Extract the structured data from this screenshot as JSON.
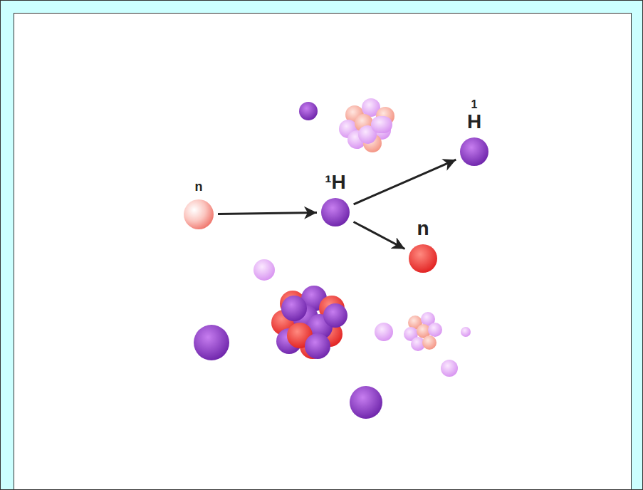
{
  "diagram": {
    "nodes": [
      {
        "text": [
          "n"
        ]
      },
      {
        "text": [
          "¹H"
        ]
      },
      {
        "text": [
          "1",
          "H"
        ]
      },
      {
        "text": [
          "n"
        ]
      }
    ],
    "edges": [
      {
        "from": 0,
        "to": 1,
        "arrow": "to"
      },
      {
        "from": 1,
        "to": 2,
        "arrow": "to"
      },
      {
        "from": 1,
        "to": 3,
        "arrow": "to"
      }
    ]
  }
}
